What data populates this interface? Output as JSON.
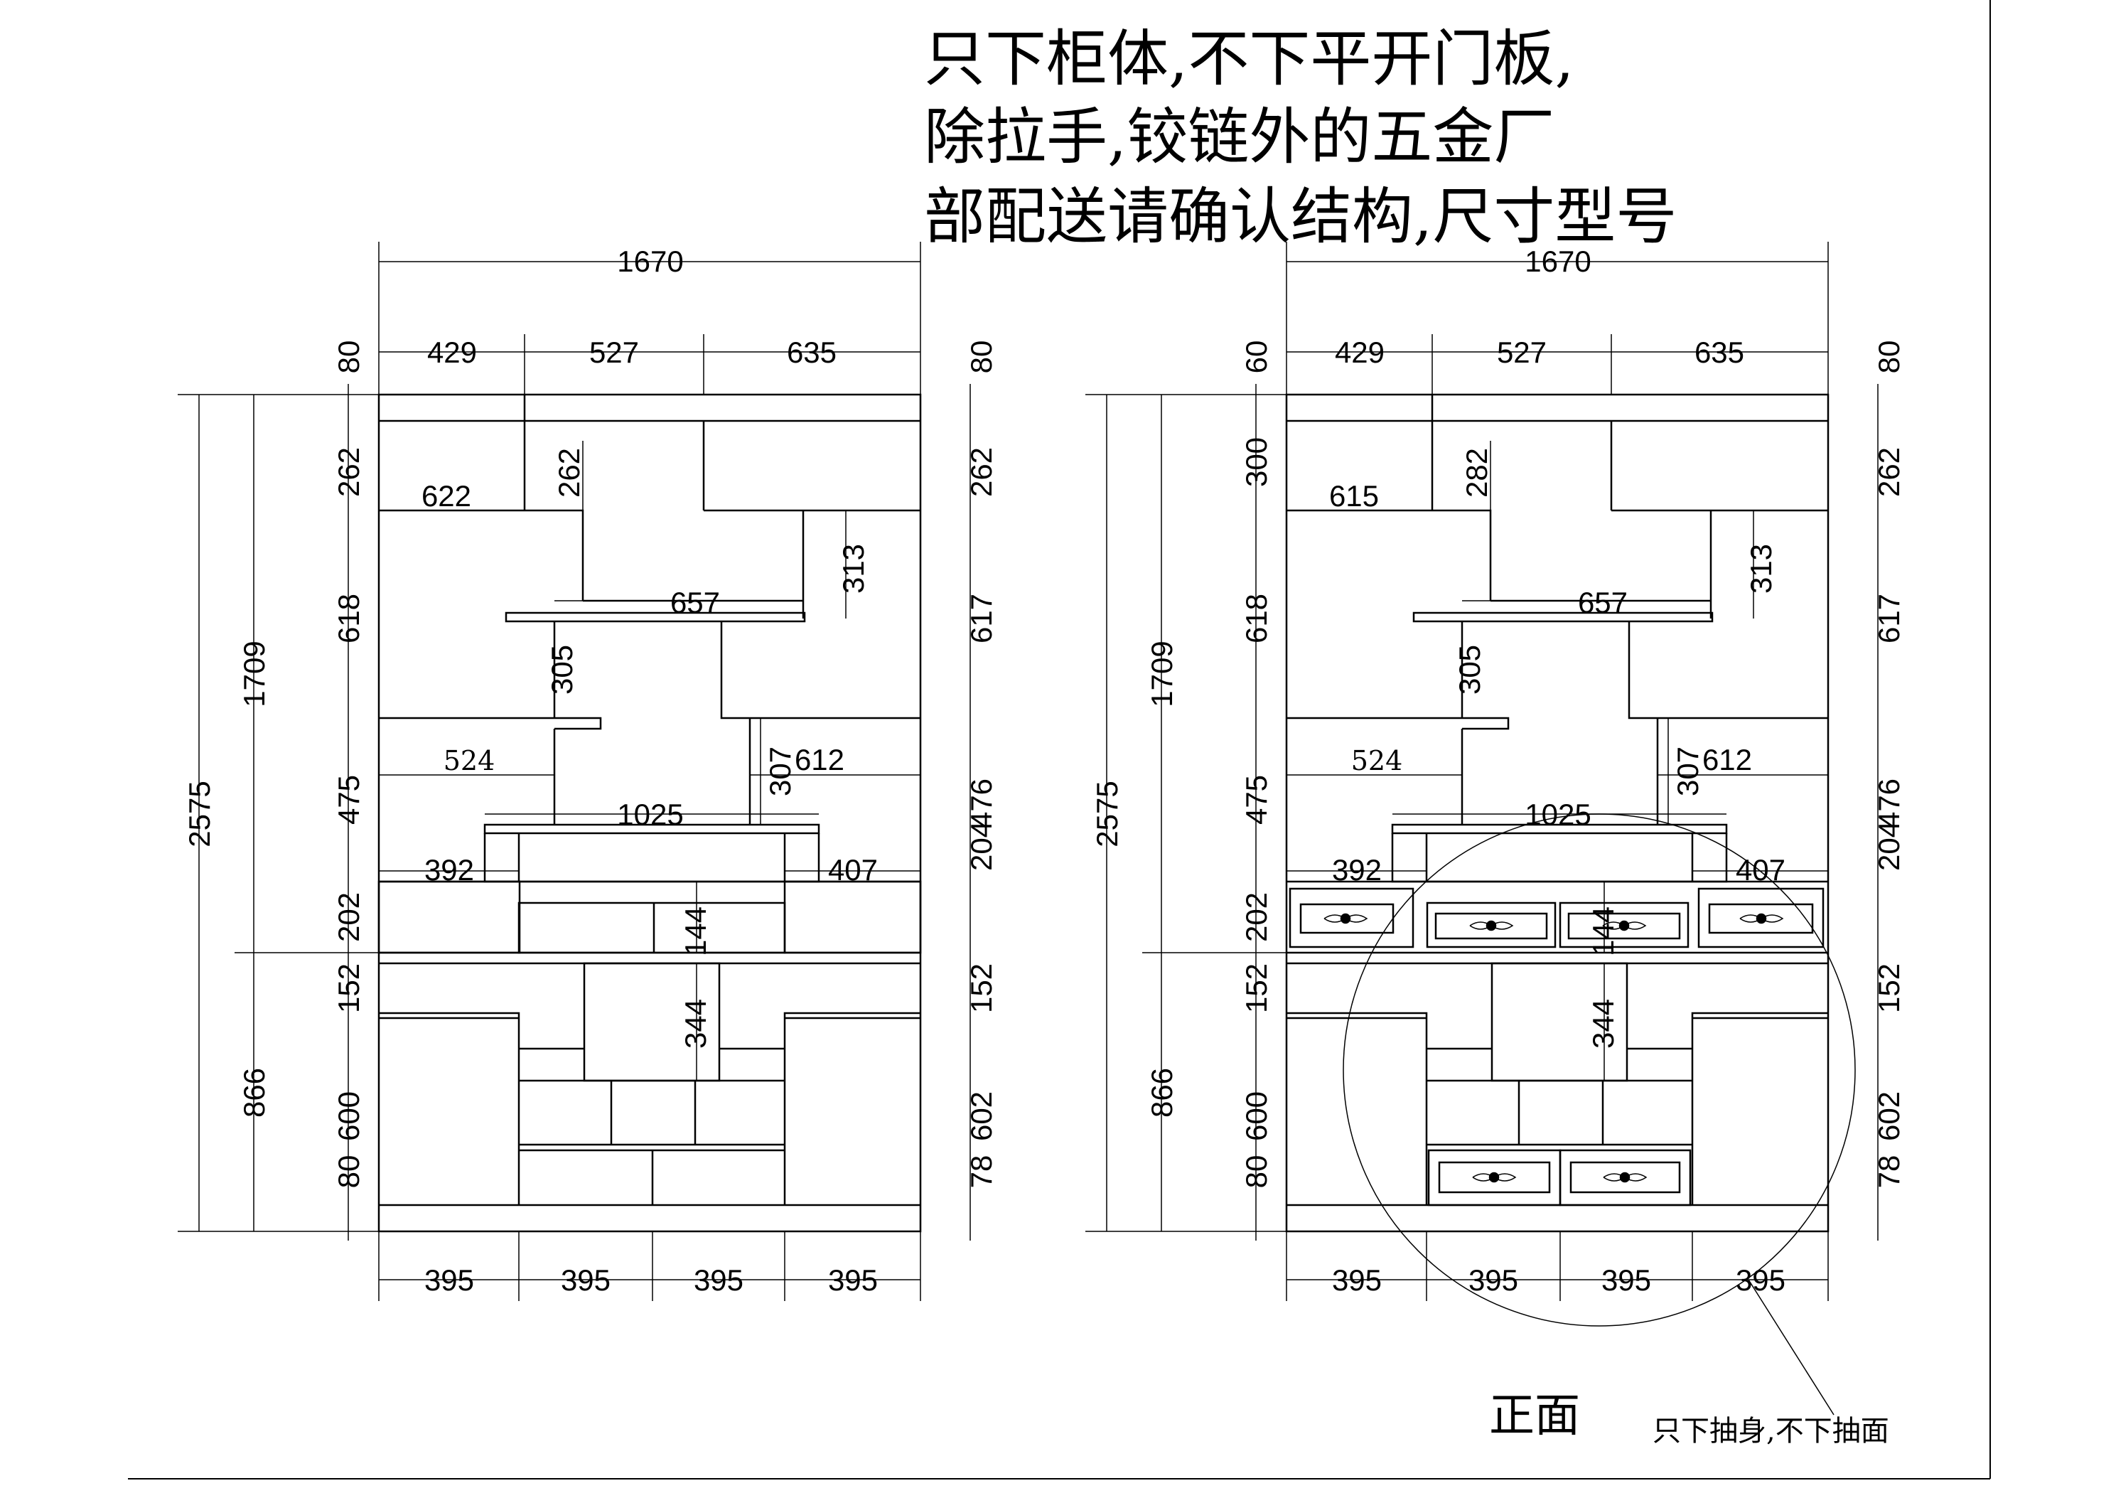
{
  "notes": {
    "line1": "只下柜体,不下平开门板,",
    "line2": "除拉手,铰链外的五金厂",
    "line3": "部配送请确认结构,尺寸型号"
  },
  "view_label": "正面",
  "drawer_note": "只下抽身,不下抽面",
  "colors": {
    "line": "#000000",
    "background": "#ffffff"
  },
  "left_elevation": {
    "overall_width": "1670",
    "top_widths": [
      "429",
      "527",
      "635"
    ],
    "overall_height": "2575",
    "upper_height": "1709",
    "lower_height": "866",
    "left_heights": [
      "80",
      "262",
      "618",
      "475",
      "202",
      "152",
      "600",
      "80"
    ],
    "right_heights": [
      "80",
      "262",
      "617",
      "476",
      "204",
      "152",
      "602",
      "78"
    ],
    "inner_dims": {
      "d622": "622",
      "d262": "262",
      "d313": "313",
      "d657": "657",
      "d305": "305",
      "d524": "524",
      "d307": "307",
      "d612": "612",
      "d1025": "1025",
      "d392": "392",
      "d407": "407",
      "d144": "144",
      "d344": "344"
    },
    "bottom_widths": [
      "395",
      "395",
      "395",
      "395"
    ]
  },
  "right_elevation": {
    "overall_width": "1670",
    "top_widths": [
      "429",
      "527",
      "635"
    ],
    "overall_height": "2575",
    "upper_height": "1709",
    "lower_height": "866",
    "left_heights": [
      "60",
      "300",
      "618",
      "475",
      "202",
      "152",
      "600",
      "80"
    ],
    "right_heights": [
      "80",
      "262",
      "617",
      "476",
      "204",
      "152",
      "602",
      "78"
    ],
    "inner_dims": {
      "d615": "615",
      "d282": "282",
      "d313": "313",
      "d657": "657",
      "d305": "305",
      "d524": "524",
      "d307": "307",
      "d612": "612",
      "d1025": "1025",
      "d392": "392",
      "d407": "407",
      "d144": "144",
      "d344": "344"
    },
    "bottom_widths": [
      "395",
      "395",
      "395",
      "395"
    ]
  }
}
